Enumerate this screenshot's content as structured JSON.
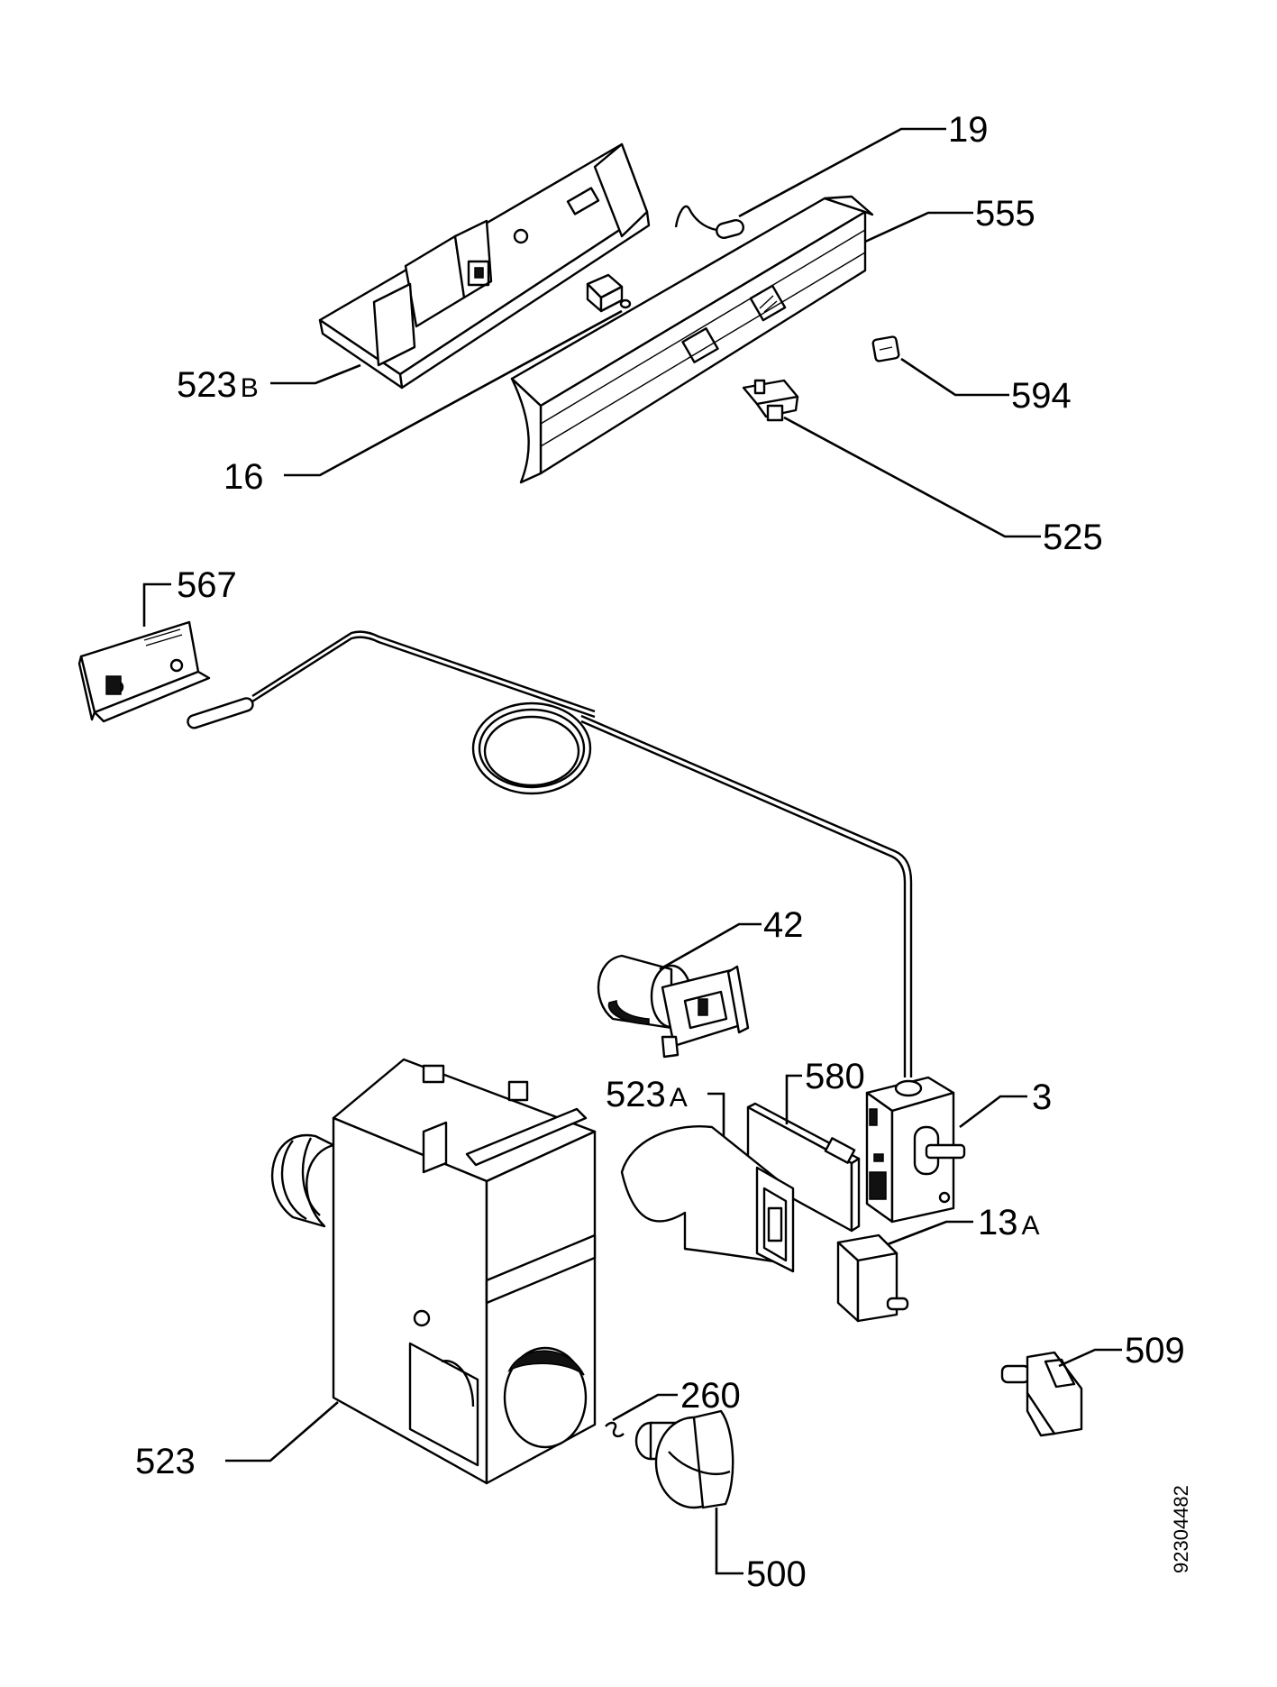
{
  "drawing_number": "92304482",
  "parts": [
    {
      "id": "19",
      "label": "19",
      "suffix": ""
    },
    {
      "id": "555",
      "label": "555",
      "suffix": ""
    },
    {
      "id": "594",
      "label": "594",
      "suffix": ""
    },
    {
      "id": "523B",
      "label": "523",
      "suffix": "B"
    },
    {
      "id": "16",
      "label": "16",
      "suffix": ""
    },
    {
      "id": "525",
      "label": "525",
      "suffix": ""
    },
    {
      "id": "567",
      "label": "567",
      "suffix": ""
    },
    {
      "id": "42",
      "label": "42",
      "suffix": ""
    },
    {
      "id": "523A",
      "label": "523",
      "suffix": "A"
    },
    {
      "id": "580",
      "label": "580",
      "suffix": ""
    },
    {
      "id": "3",
      "label": "3",
      "suffix": ""
    },
    {
      "id": "13A",
      "label": "13",
      "suffix": "A"
    },
    {
      "id": "509",
      "label": "509",
      "suffix": ""
    },
    {
      "id": "260",
      "label": "260",
      "suffix": ""
    },
    {
      "id": "523",
      "label": "523",
      "suffix": ""
    },
    {
      "id": "500",
      "label": "500",
      "suffix": ""
    }
  ]
}
